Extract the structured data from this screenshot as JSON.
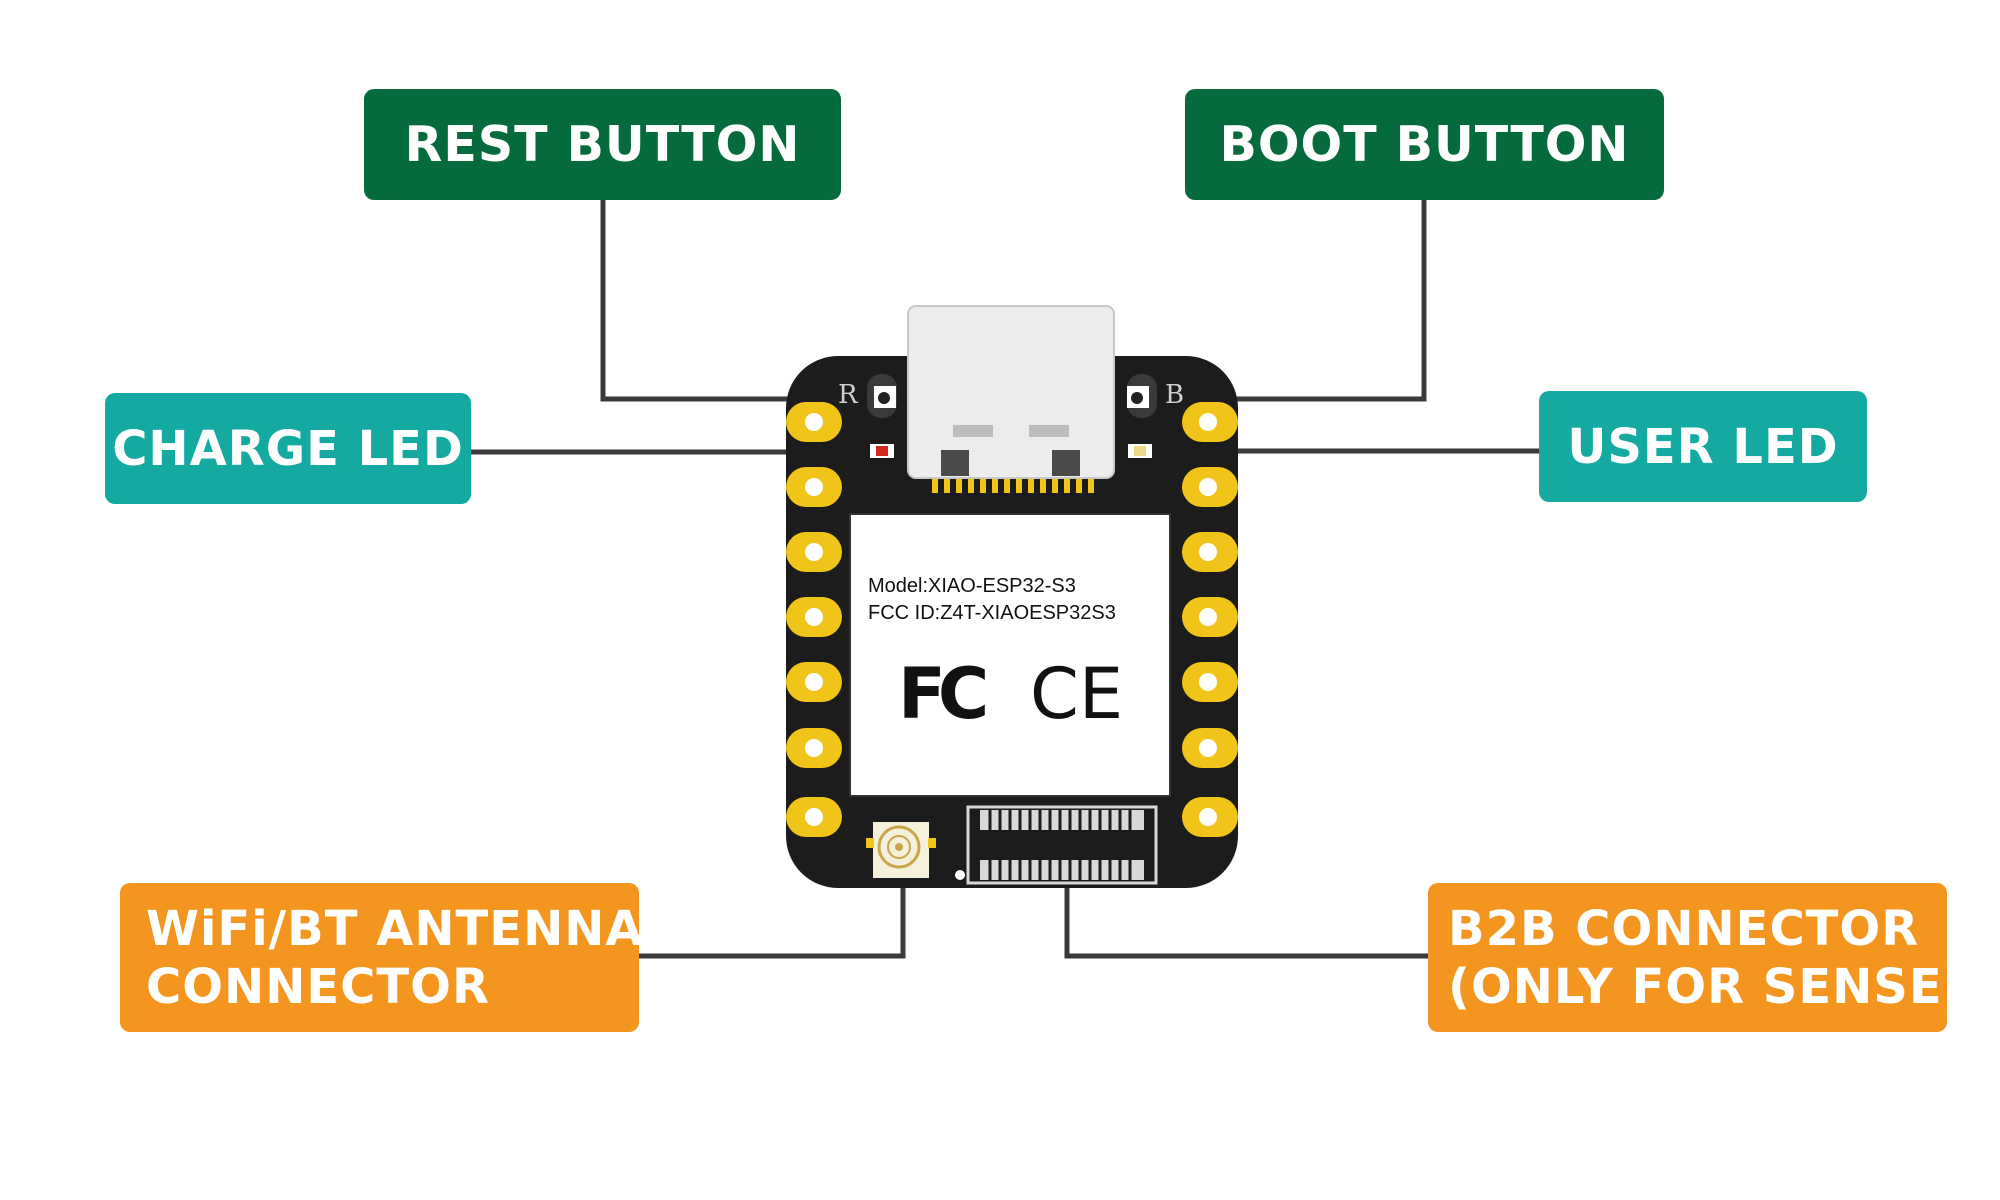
{
  "callouts": {
    "rest_button": "REST BUTTON",
    "boot_button": "BOOT BUTTON",
    "charge_led": "CHARGE LED",
    "user_led": "USER LED",
    "antenna": [
      "WiFi/BT ANTENNA",
      "CONNECTOR"
    ],
    "b2b": [
      "B2B CONNECTOR",
      "(ONLY FOR SENSE)"
    ]
  },
  "board": {
    "button_left_mark": "R",
    "button_right_mark": "B",
    "model_text": "Model:XIAO-ESP32-S3",
    "fcc_id_text": "FCC ID:Z4T-XIAOESP32S3",
    "fcc_logo": "FC",
    "ce_logo": "CE"
  },
  "colors": {
    "label_dark_green": "#066b3c",
    "label_teal": "#14aaa1",
    "label_orange": "#f4951f",
    "board_black": "#1c1c1c",
    "pad_gold": "#f0c419",
    "leader_line": "#3a3a3a"
  }
}
